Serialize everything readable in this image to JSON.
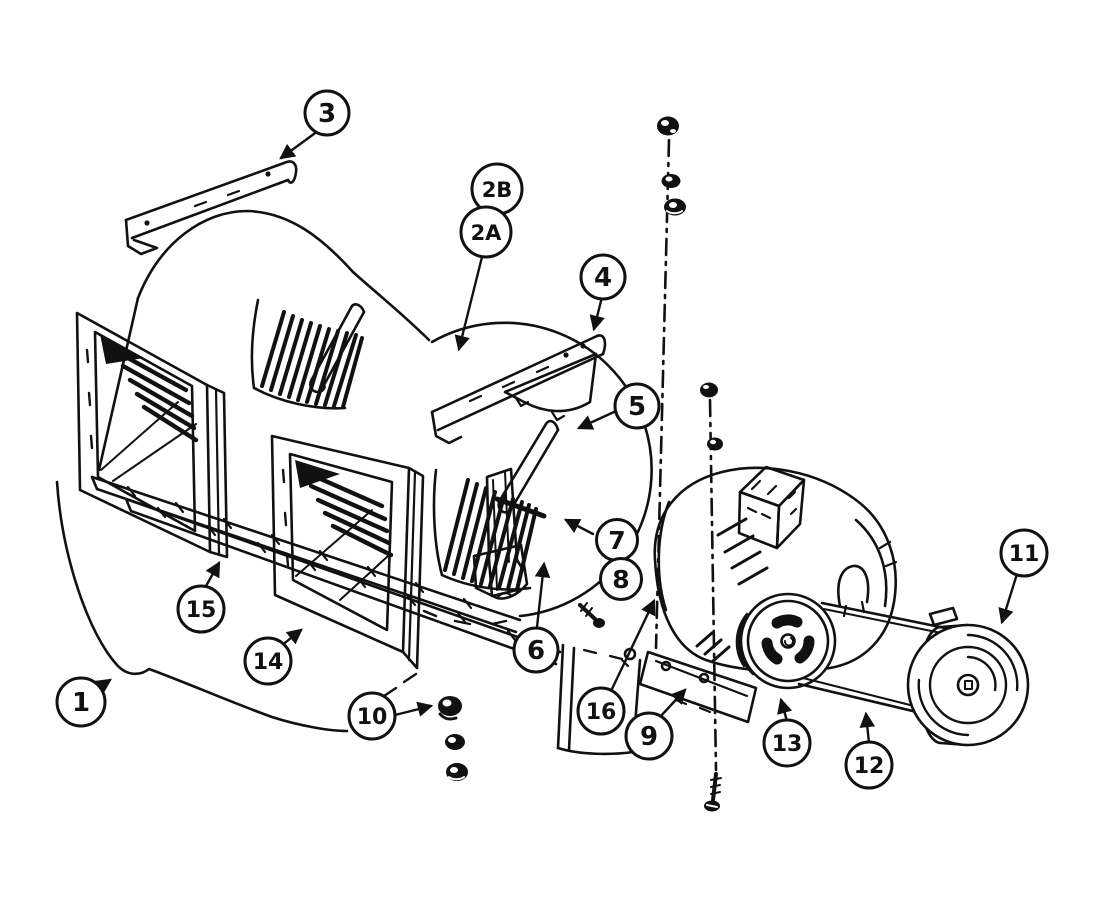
{
  "diagram": {
    "type": "exploded-parts-diagram",
    "description": "Exploded line drawing of a dual blower housing with two filter frames, mounting brackets, blower wheels, motor, pulleys and drive belt",
    "background_color": "#ffffff",
    "ink_color": "#111111"
  },
  "callouts": [
    {
      "id": "1",
      "label": "1"
    },
    {
      "id": "2A",
      "label": "2A"
    },
    {
      "id": "2B",
      "label": "2B"
    },
    {
      "id": "3",
      "label": "3"
    },
    {
      "id": "4",
      "label": "4"
    },
    {
      "id": "5",
      "label": "5"
    },
    {
      "id": "6",
      "label": "6"
    },
    {
      "id": "7",
      "label": "7"
    },
    {
      "id": "8",
      "label": "8"
    },
    {
      "id": "9",
      "label": "9"
    },
    {
      "id": "10",
      "label": "10"
    },
    {
      "id": "11",
      "label": "11"
    },
    {
      "id": "12",
      "label": "12"
    },
    {
      "id": "13",
      "label": "13"
    },
    {
      "id": "14",
      "label": "14"
    },
    {
      "id": "15",
      "label": "15"
    },
    {
      "id": "16",
      "label": "16"
    }
  ]
}
